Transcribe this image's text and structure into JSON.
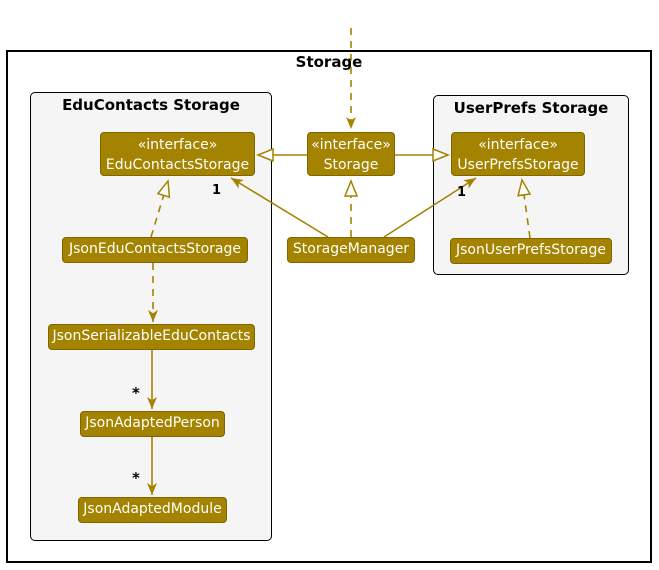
{
  "frame": {
    "title": "Storage"
  },
  "packages": {
    "educontacts": {
      "title": "EduContacts Storage"
    },
    "userprefs": {
      "title": "UserPrefs Storage"
    }
  },
  "classes": {
    "educontacts_iface": {
      "stereotype": "«interface»",
      "name": "EduContactsStorage"
    },
    "storage_iface": {
      "stereotype": "«interface»",
      "name": "Storage"
    },
    "userprefs_iface": {
      "stereotype": "«interface»",
      "name": "UserPrefsStorage"
    },
    "json_educontacts_storage": {
      "name": "JsonEduContactsStorage"
    },
    "storage_manager": {
      "name": "StorageManager"
    },
    "json_userprefs_storage": {
      "name": "JsonUserPrefsStorage"
    },
    "json_serializable_educontacts": {
      "name": "JsonSerializableEduContacts"
    },
    "json_adapted_person": {
      "name": "JsonAdaptedPerson"
    },
    "json_adapted_module": {
      "name": "JsonAdaptedModule"
    }
  },
  "multiplicities": {
    "storagemanager_to_educontactsstorage": "1",
    "storagemanager_to_userprefsstorage": "1",
    "serializable_to_person": "*",
    "person_to_module": "*"
  },
  "colors": {
    "storage_accent": "#A38300",
    "box_text": "#FFFFFF",
    "package_fill": "#F5F5F5",
    "border": "#000000"
  }
}
